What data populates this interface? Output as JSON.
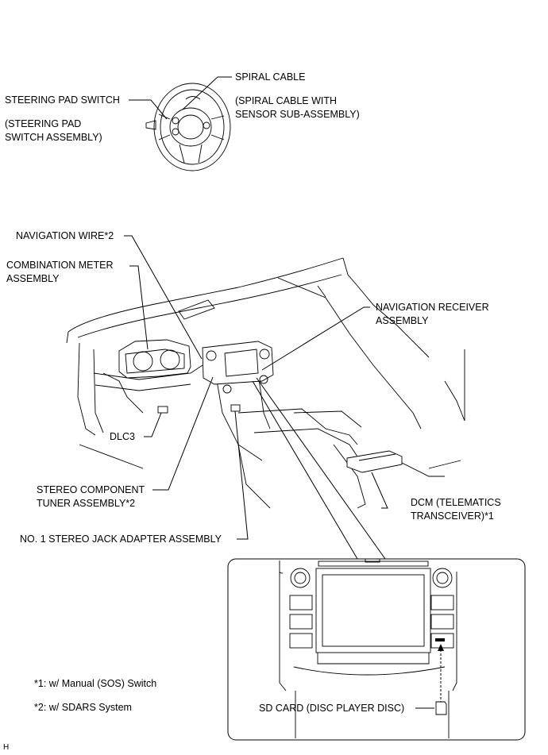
{
  "labels": {
    "spiral_cable": "SPIRAL CABLE",
    "spiral_cable_note_1": "(SPIRAL CABLE WITH",
    "spiral_cable_note_2": "SENSOR SUB-ASSEMBLY)",
    "steering_pad_switch": "STEERING PAD SWITCH",
    "steering_pad_note_1": "(STEERING PAD",
    "steering_pad_note_2": "SWITCH ASSEMBLY)",
    "navigation_wire": "NAVIGATION WIRE*2",
    "combination_meter_1": "COMBINATION METER",
    "combination_meter_2": "ASSEMBLY",
    "navigation_receiver_1": "NAVIGATION RECEIVER",
    "navigation_receiver_2": "ASSEMBLY",
    "dlc3": "DLC3",
    "stereo_component_1": "STEREO COMPONENT",
    "stereo_component_2": "TUNER ASSEMBLY*2",
    "dcm_1": "DCM (TELEMATICS",
    "dcm_2": "TRANSCEIVER)*1",
    "stereo_jack": "NO. 1 STEREO JACK ADAPTER ASSEMBLY",
    "sd_card": "SD CARD (DISC PLAYER DISC)"
  },
  "footnotes": {
    "note_1": "*1: w/ Manual (SOS) Switch",
    "note_2": "*2: w/ SDARS System"
  },
  "corner_mark": "H"
}
